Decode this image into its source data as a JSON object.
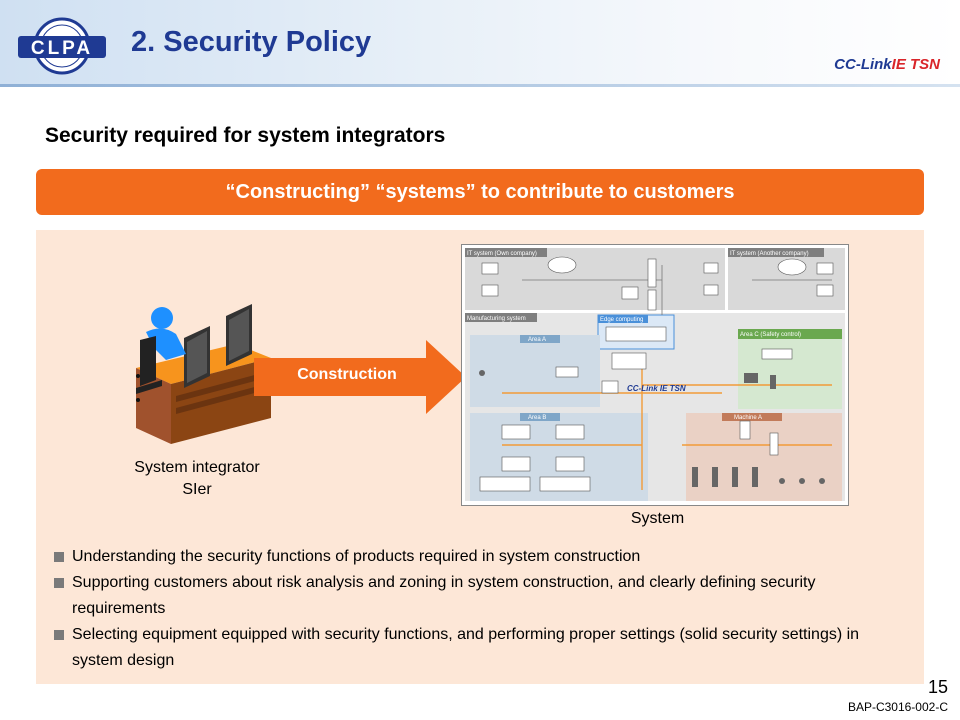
{
  "header": {
    "logo_text": "CLPA",
    "title": "2. Security Policy",
    "brand_part1": "CC-Link",
    "brand_part2": "IE TSN"
  },
  "subtitle": "Security required for system integrators",
  "banner": "“Constructing” “systems” to contribute to customers",
  "diagram": {
    "arrow_label": "Construction",
    "integrator_line1": "System integrator",
    "integrator_line2": "SIer",
    "system_caption": "System",
    "system_zones": {
      "it_own": "IT system (Own company)",
      "it_other": "IT system (Another company)",
      "manufacturing": "Manufacturing system",
      "edge": "Edge computing",
      "area_a": "Area A",
      "area_b": "Area B",
      "area_c": "Area C (Safety control)",
      "machine_a": "Machine A",
      "network_brand": "CC-Link IE TSN"
    }
  },
  "bullets": [
    "Understanding the security functions of products required in system construction",
    "Supporting customers about risk analysis and zoning in system construction, and clearly defining security requirements",
    "Selecting equipment equipped with security functions, and performing proper settings (solid security settings) in system design"
  ],
  "footer": {
    "page_number": "15",
    "document_code": "BAP-C3016-002-C"
  },
  "colors": {
    "title_blue": "#1f3a93",
    "banner_orange": "#f26b1d",
    "panel_peach": "#fde7d7",
    "arrow_orange": "#f26b1d",
    "brand_red": "#d9252a"
  }
}
